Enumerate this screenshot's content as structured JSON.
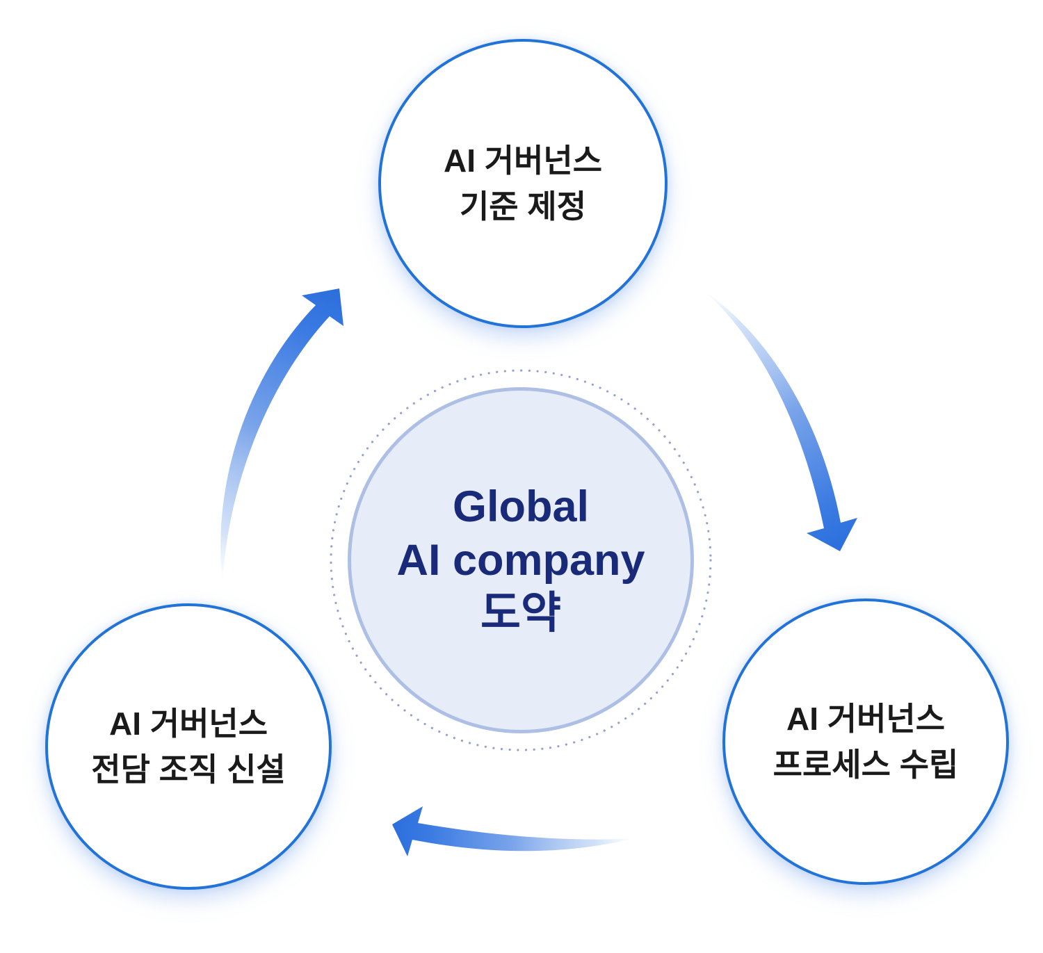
{
  "center_node": {
    "lines": [
      "Global",
      "AI company",
      "도약"
    ]
  },
  "outer_nodes": {
    "top": {
      "line1": "AI 거버넌스",
      "line2": "기준 제정"
    },
    "right": {
      "line1": "AI 거버넌스",
      "line2": "프로세스 수립"
    },
    "left": {
      "line1": "AI 거버넌스",
      "line2": "전담 조직 신설"
    }
  },
  "colors": {
    "node_border": "#2173d8",
    "node_text": "#1a1a1a",
    "center_fill": "#e7ecf9",
    "center_border": "#aebfe6",
    "center_text": "#192a78",
    "dotted_ring": "#93a3cc",
    "arrow_strong": "#2b6fdd",
    "background": "#ffffff"
  }
}
